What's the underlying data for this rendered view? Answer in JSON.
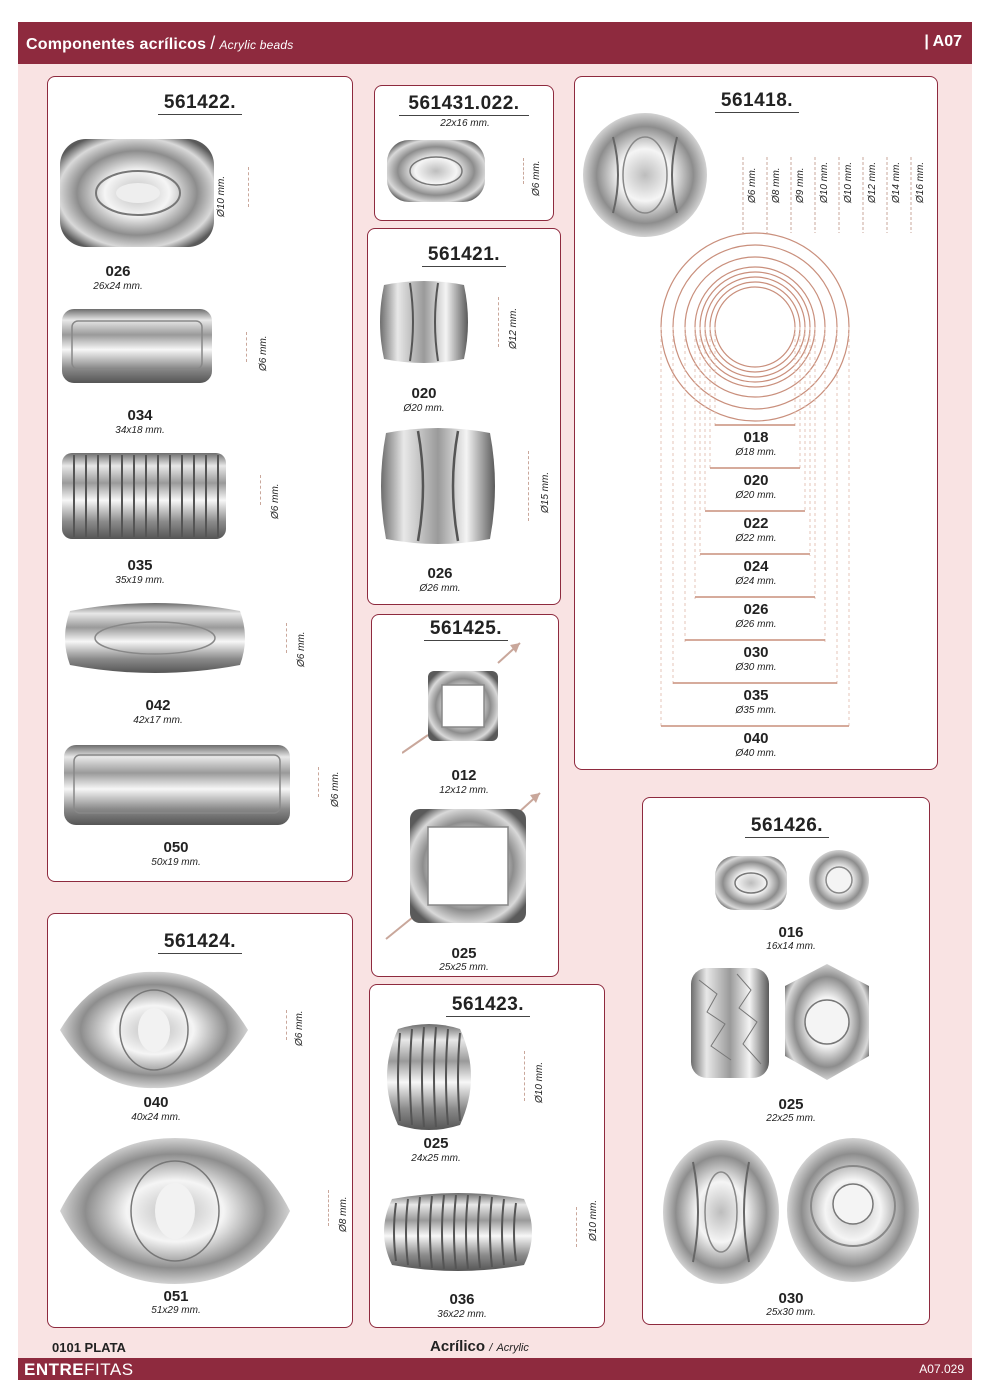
{
  "header": {
    "title": "Componentes acrílicos",
    "slash": "/",
    "subtitle": "Acrylic beads",
    "code": "| A07"
  },
  "panels": {
    "p561422": {
      "title": "561422.",
      "items": [
        {
          "code": "026",
          "size": "26x24 mm.",
          "dim": "Ø10 mm."
        },
        {
          "code": "034",
          "size": "34x18 mm.",
          "dim": "Ø6 mm."
        },
        {
          "code": "035",
          "size": "35x19 mm.",
          "dim": "Ø6 mm."
        },
        {
          "code": "042",
          "size": "42x17 mm.",
          "dim": "Ø6 mm."
        },
        {
          "code": "050",
          "size": "50x19 mm.",
          "dim": "Ø6 mm."
        }
      ]
    },
    "p561431": {
      "title": "561431.022.",
      "size": "22x16 mm.",
      "dim": "Ø6 mm."
    },
    "p561421": {
      "title": "561421.",
      "items": [
        {
          "code": "020",
          "size": "Ø20 mm.",
          "dim": "Ø12 mm."
        },
        {
          "code": "026",
          "size": "Ø26 mm.",
          "dim": "Ø15 mm."
        }
      ]
    },
    "p561425": {
      "title": "561425.",
      "items": [
        {
          "code": "012",
          "size": "12x12 mm."
        },
        {
          "code": "025",
          "size": "25x25 mm."
        }
      ]
    },
    "p561423": {
      "title": "561423.",
      "items": [
        {
          "code": "025",
          "size": "24x25 mm.",
          "dim": "Ø10 mm."
        },
        {
          "code": "036",
          "size": "36x22 mm.",
          "dim": "Ø10 mm."
        }
      ]
    },
    "p561424": {
      "title": "561424.",
      "items": [
        {
          "code": "040",
          "size": "40x24 mm.",
          "dim": "Ø6 mm."
        },
        {
          "code": "051",
          "size": "51x29 mm.",
          "dim": "Ø8 mm."
        }
      ]
    },
    "p561418": {
      "title": "561418.",
      "dims": [
        "Ø6 mm.",
        "Ø8 mm.",
        "Ø9 mm.",
        "Ø10 mm.",
        "Ø10 mm.",
        "Ø12 mm.",
        "Ø14 mm.",
        "Ø16 mm."
      ],
      "items": [
        {
          "code": "018",
          "size": "Ø18 mm."
        },
        {
          "code": "020",
          "size": "Ø20 mm."
        },
        {
          "code": "022",
          "size": "Ø22 mm."
        },
        {
          "code": "024",
          "size": "Ø24 mm."
        },
        {
          "code": "026",
          "size": "Ø26 mm."
        },
        {
          "code": "030",
          "size": "Ø30 mm."
        },
        {
          "code": "035",
          "size": "Ø35 mm."
        },
        {
          "code": "040",
          "size": "Ø40 mm."
        }
      ]
    },
    "p561426": {
      "title": "561426.",
      "items": [
        {
          "code": "016",
          "size": "16x14 mm."
        },
        {
          "code": "025",
          "size": "22x25 mm."
        },
        {
          "code": "030",
          "size": "25x30 mm."
        }
      ]
    }
  },
  "footer": {
    "color": "0101 PLATA",
    "material": "Acrílico",
    "slash": "/",
    "material_en": "Acrylic",
    "brand_a": "ENTRE",
    "brand_b": "FITAS",
    "page": "A07.029"
  },
  "colors": {
    "brand": "#8e2a3e",
    "background": "#f9e3e3",
    "dimension_line": "#c9a79b"
  }
}
